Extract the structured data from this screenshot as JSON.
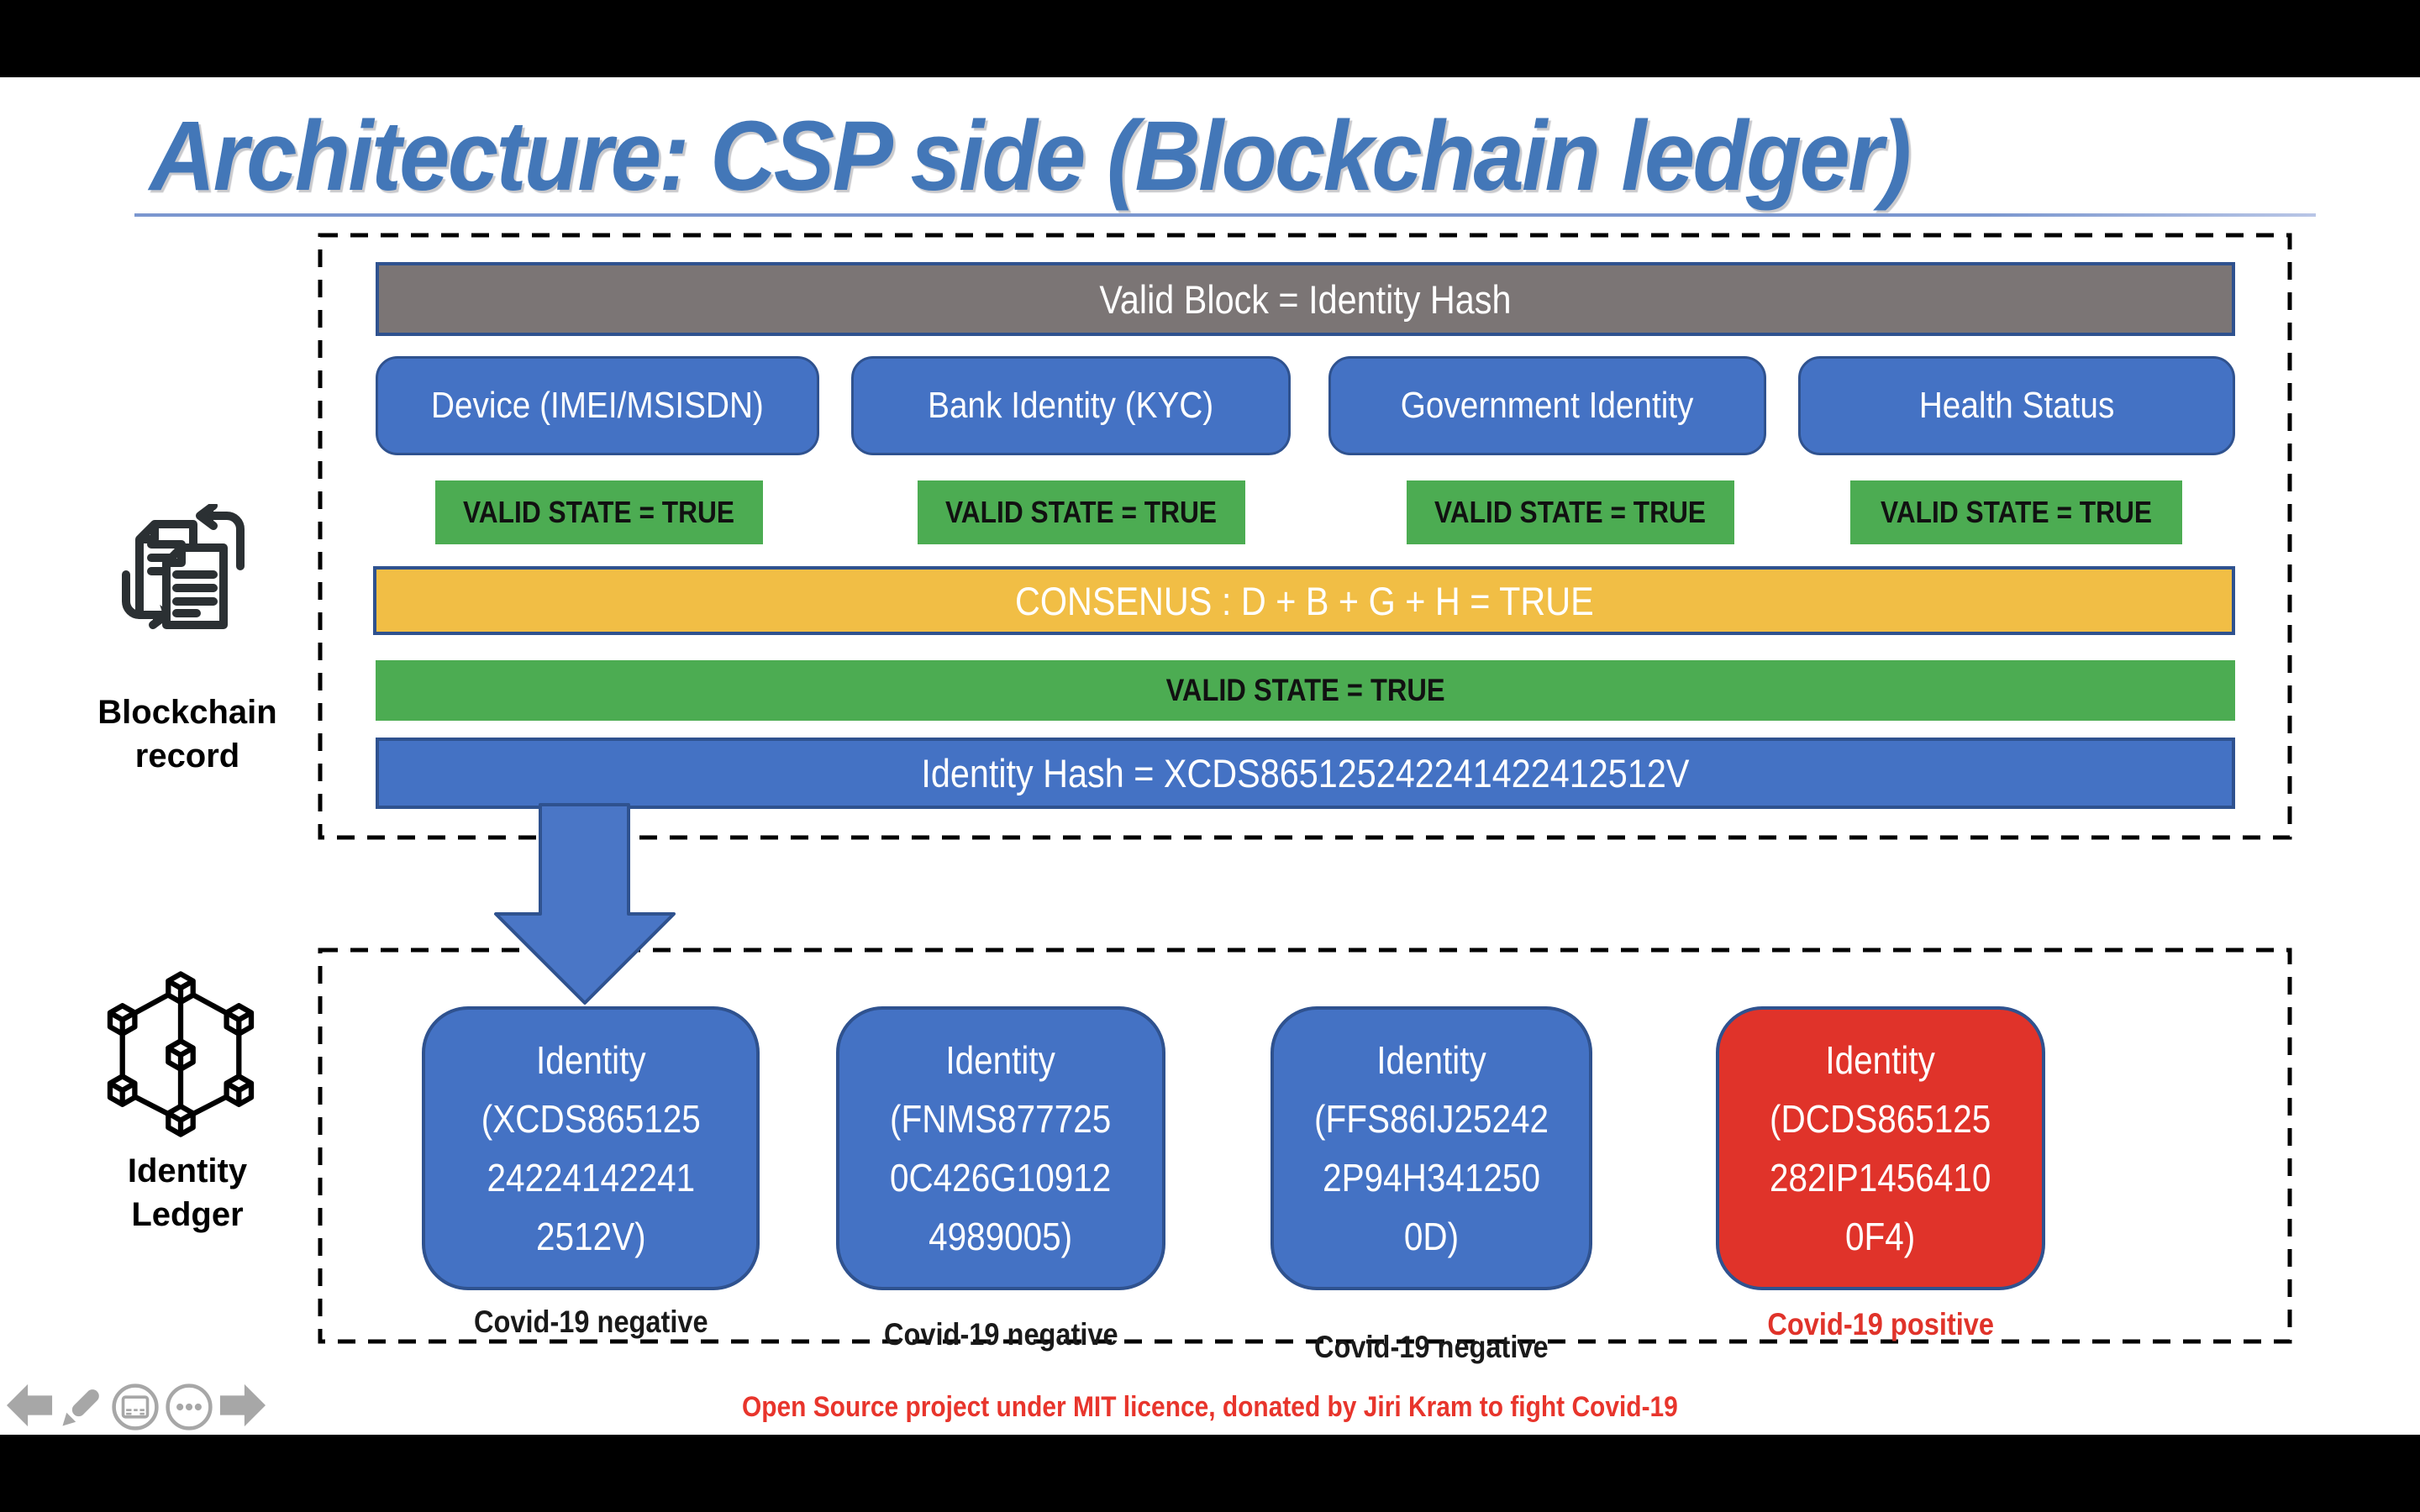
{
  "slide": {
    "title": "Architecture: CSP side (Blockchain ledger)",
    "footer": "Open Source project under MIT licence, donated by Jiri Kram to fight Covid-19"
  },
  "ledger_panel": {
    "valid_block_label": "Valid Block = Identity Hash",
    "sources": [
      {
        "label": "Device (IMEI/MSISDN)",
        "valid_state": "VALID STATE = TRUE"
      },
      {
        "label": "Bank Identity (KYC)",
        "valid_state": "VALID STATE = TRUE"
      },
      {
        "label": "Government Identity",
        "valid_state": "VALID STATE = TRUE"
      },
      {
        "label": "Health Status",
        "valid_state": "VALID STATE = TRUE"
      }
    ],
    "consensus_label": "CONSENUS : D + B + G + H = TRUE",
    "valid_state_label": "VALID STATE = TRUE",
    "identity_hash_label": "Identity Hash = XCDS865125242241422412512V"
  },
  "sidebar": {
    "blockchain_record": {
      "line1": "Blockchain",
      "line2": "record",
      "icon": "documents-sync-icon"
    },
    "identity_ledger": {
      "line1": "Identity",
      "line2": "Ledger",
      "icon": "cubes-network-icon"
    }
  },
  "identity_panel": {
    "cards": [
      {
        "lines": [
          "Identity",
          "(XCDS865125",
          "24224142241",
          "2512V)"
        ],
        "status": "Covid-19 negative",
        "fill": "#4472C4",
        "status_color": "#1A1A1A"
      },
      {
        "lines": [
          "Identity",
          "(FNMS877725",
          "0C426G10912",
          "4989005)"
        ],
        "status": "Covid-19 negative",
        "fill": "#4472C4",
        "status_color": "#1A1A1A"
      },
      {
        "lines": [
          "Identity",
          "(FFS86IJ25242",
          "2P94H341250",
          "0D)"
        ],
        "status": "Covid-19 negative",
        "fill": "#4472C4",
        "status_color": "#1A1A1A"
      },
      {
        "lines": [
          "Identity",
          "(DCDS865125",
          "282IP1456410",
          "0F4)"
        ],
        "status": "Covid-19 positive",
        "fill": "#E0332A",
        "status_color": "#E0332A"
      }
    ]
  },
  "presenter_controls": {
    "icons": [
      "previous-arrow",
      "pen",
      "display-settings",
      "more-options",
      "next-arrow"
    ]
  },
  "colors": {
    "accent_blue": "#4472C4",
    "accent_blue_dark": "#2F528F",
    "gray_bar": "#7B7575",
    "green": "#4CAC52",
    "gold": "#F1BE45",
    "red": "#E0332A",
    "title_blue": "#4377B8",
    "nav_gray": "#A7A7A7"
  }
}
